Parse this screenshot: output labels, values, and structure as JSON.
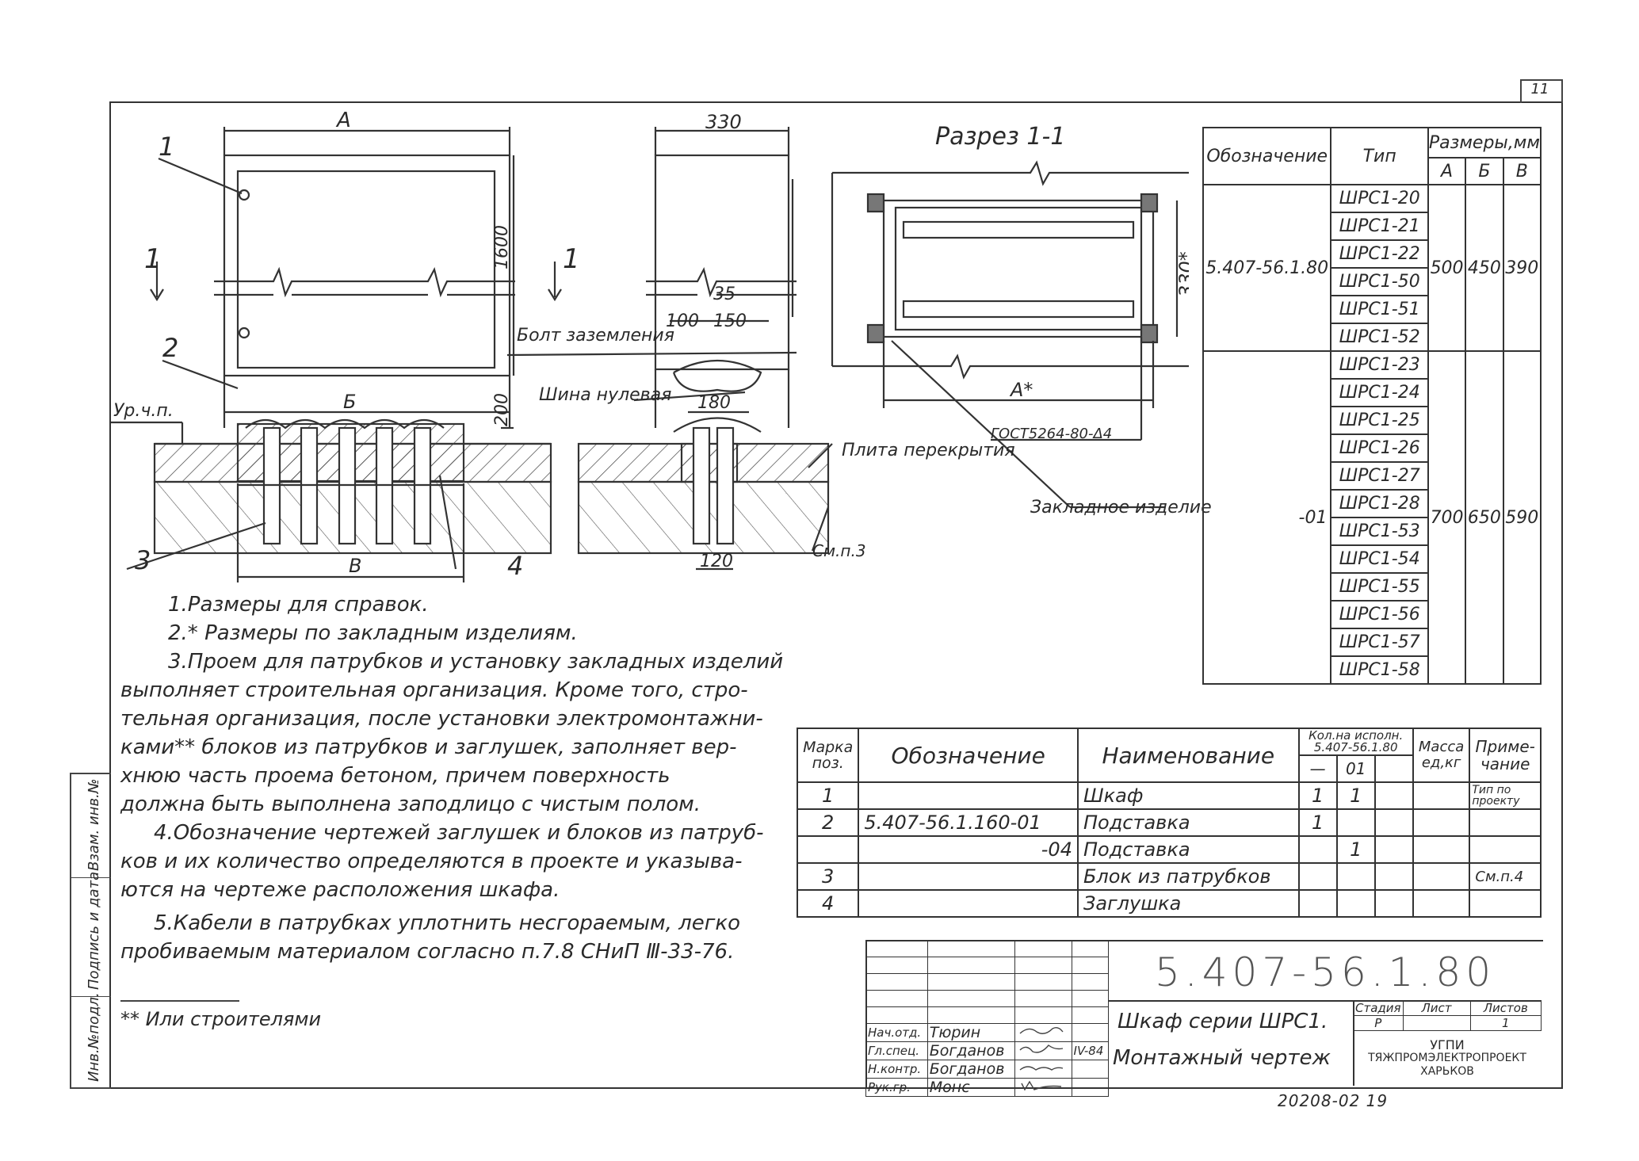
{
  "page_number": "11",
  "side_stamp": [
    "Взам. инв.№",
    "Подпись и дата",
    "Инв.№подл."
  ],
  "drawing": {
    "front_view": {
      "dim_a": "А",
      "dim_height": "1600",
      "dim_base": "200",
      "dim_b": "Б",
      "dim_v": "В",
      "section_mark_left": "1",
      "level_label": "Ур.ч.п.",
      "callout_1": "1",
      "callout_2": "2",
      "callout_3": "3",
      "callout_4": "4"
    },
    "side_view": {
      "dim_width": "330",
      "dim_35": "35",
      "dim_100": "100",
      "dim_150": "150",
      "dim_180": "180",
      "dim_120": "120",
      "section_mark_right": "1",
      "ground_bolt": "Болт заземления",
      "neutral_bus": "Шина нулевая",
      "slab": "Плита перекрытия",
      "see_note": "См.п.3"
    },
    "section": {
      "title": "Разрез 1-1",
      "dim_330": "330*",
      "dim_a": "А*",
      "gost": "ГОСТ5264-80-Δ4",
      "embedded": "Закладное изделие"
    }
  },
  "type_table": {
    "headers": {
      "designation": "Обозначение",
      "type": "Тип",
      "sizes": "Размеры,мм",
      "a": "А",
      "b": "Б",
      "v": "В"
    },
    "groups": [
      {
        "designation": "5.407-56.1.80",
        "types": [
          "ШРС1-20",
          "ШРС1-21",
          "ШРС1-22",
          "ШРС1-50",
          "ШРС1-51",
          "ШРС1-52"
        ],
        "a": "500",
        "b": "450",
        "v": "390"
      },
      {
        "designation": "-01",
        "types": [
          "ШРС1-23",
          "ШРС1-24",
          "ШРС1-25",
          "ШРС1-26",
          "ШРС1-27",
          "ШРС1-28",
          "ШРС1-53",
          "ШРС1-54",
          "ШРС1-55",
          "ШРС1-56",
          "ШРС1-57",
          "ШРС1-58"
        ],
        "a": "700",
        "b": "650",
        "v": "590"
      }
    ]
  },
  "notes": [
    "1.Размеры для справок.",
    "2.* Размеры по закладным изделиям.",
    "3.Проем для патрубков и установку закладных изделий",
    "выполняет строительная организация. Кроме того, стро-",
    "тельная организация, после установки электромонтажни-",
    "ками** блоков из патрубков и заглушек, заполняет вер-",
    "хнюю часть проема бетоном, причем поверхность",
    "должна быть выполнена заподлицо с чистым полом.",
    "4.Обозначение чертежей заглушек и блоков из патруб-",
    "ков и их количество определяются в проекте и указыва-",
    "ются на чертеже расположения шкафа.",
    "5.Кабели в патрубках уплотнить несгораемым, легко",
    "пробиваемым материалом согласно п.7.8 СНиП Ⅲ-33-76."
  ],
  "footnote": "** Или строителями",
  "spec_table": {
    "headers": {
      "mark": "Марка поз.",
      "designation": "Обозначение",
      "name": "Наименование",
      "qty": "Кол.на исполн. 5.407-56.1.80",
      "qty_dash": "—",
      "qty_01": "01",
      "mass": "Масса ед,кг",
      "note": "Приме- чание"
    },
    "rows": [
      {
        "mark": "1",
        "designation": "",
        "name": "Шкаф",
        "q1": "1",
        "q2": "1",
        "mass": "",
        "note": "Тип по проекту"
      },
      {
        "mark": "2",
        "designation": "5.407-56.1.160-01",
        "name": "Подставка",
        "q1": "1",
        "q2": "",
        "mass": "",
        "note": ""
      },
      {
        "mark": "",
        "designation": "-04",
        "name": "Подставка",
        "q1": "",
        "q2": "1",
        "mass": "",
        "note": ""
      },
      {
        "mark": "3",
        "designation": "",
        "name": "Блок из патрубков",
        "q1": "",
        "q2": "",
        "mass": "",
        "note": "См.п.4"
      },
      {
        "mark": "4",
        "designation": "",
        "name": "Заглушка",
        "q1": "",
        "q2": "",
        "mass": "",
        "note": ""
      }
    ]
  },
  "title_block": {
    "doc_code": "5.407-56.1.80",
    "title_line1": "Шкаф серии ШРС1.",
    "title_line2": "Монтажный чертеж",
    "stage_label": "Стадия",
    "sheet_label": "Лист",
    "sheets_label": "Листов",
    "stage": "Р",
    "sheets": "1",
    "org1": "УГПИ",
    "org2": "ТЯЖПРОМЭЛЕКТРОПРОЕКТ",
    "org3": "ХАРЬКОВ",
    "people": [
      {
        "role": "Нач.отд.",
        "name": "Тюрин",
        "date": ""
      },
      {
        "role": "Гл.спец.",
        "name": "Богданов",
        "date": "IV-84"
      },
      {
        "role": "Н.контр.",
        "name": "Богданов",
        "date": ""
      },
      {
        "role": "Рук.гр.",
        "name": "Монс",
        "date": ""
      }
    ]
  },
  "bottom_code": "20208-02 19"
}
